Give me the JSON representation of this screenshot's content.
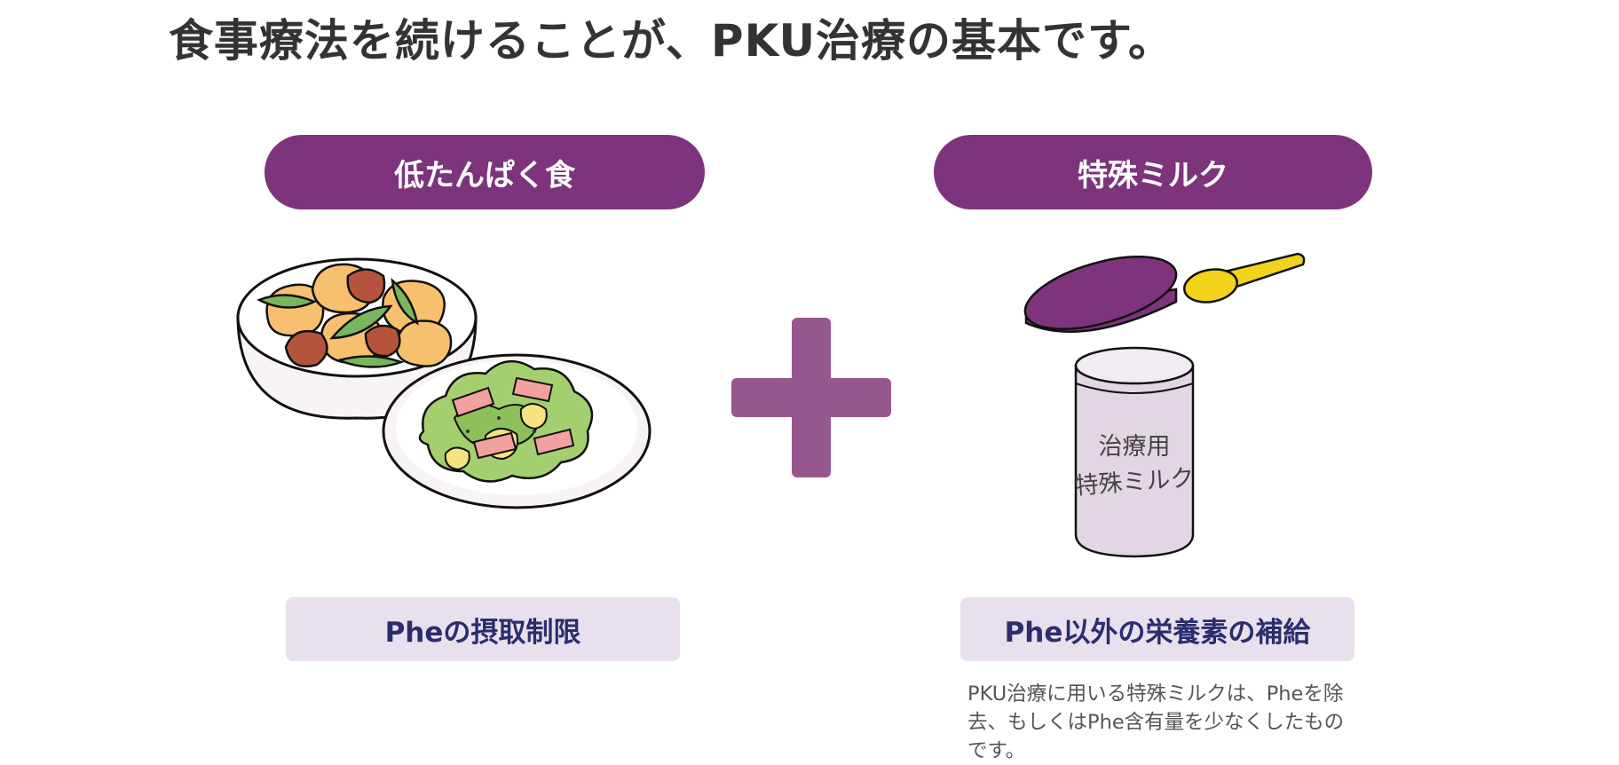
{
  "heading": {
    "title": "食事療法を続けることが、PKU治療の基本です。"
  },
  "left_column": {
    "pill_label": "低たんぱく食",
    "caption": "Pheの摂取制限"
  },
  "right_column": {
    "pill_label": "特殊ミルク",
    "can_text_line1": "治療用",
    "can_text_line2": "特殊ミルク",
    "caption": "Phe以外の栄養素の補給",
    "note": "PKU治療に用いる特殊ミルクは、Pheを除去、もしくはPhe含有量を少なくしたものです。"
  },
  "icons": {
    "plus": "plus-icon",
    "food": "food-bowls-illustration",
    "milk": "milk-can-illustration"
  },
  "colors": {
    "accent_purple": "#7d347c",
    "plus_purple": "#96578f",
    "label_bg": "#e8e0ec",
    "label_text": "#2b2d6e"
  }
}
